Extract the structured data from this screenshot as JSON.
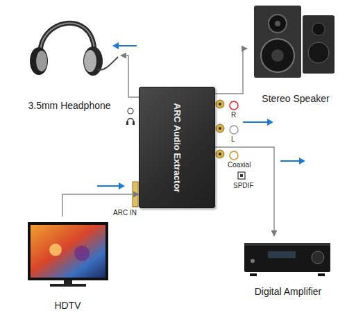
{
  "diagram": {
    "nodes": [
      {
        "text": [
          "3.5mm Headphone"
        ]
      },
      {
        "text": [
          "Stereo Speaker"
        ]
      },
      {
        "text": [
          "ARC Audio Extractor"
        ]
      },
      {
        "text": [
          "HDTV"
        ]
      },
      {
        "text": [
          "Digital Amplifier"
        ]
      }
    ],
    "edges": [
      {
        "from": 2,
        "to": 0,
        "arrow": "to"
      },
      {
        "from": 2,
        "to": 1,
        "arrow": "to"
      },
      {
        "from": 3,
        "to": 2,
        "arrow": "to"
      },
      {
        "from": 2,
        "to": 4,
        "arrow": "to"
      }
    ],
    "labels": [
      "R",
      "L",
      "Coaxial",
      "SPDIF",
      "ARC IN"
    ]
  }
}
